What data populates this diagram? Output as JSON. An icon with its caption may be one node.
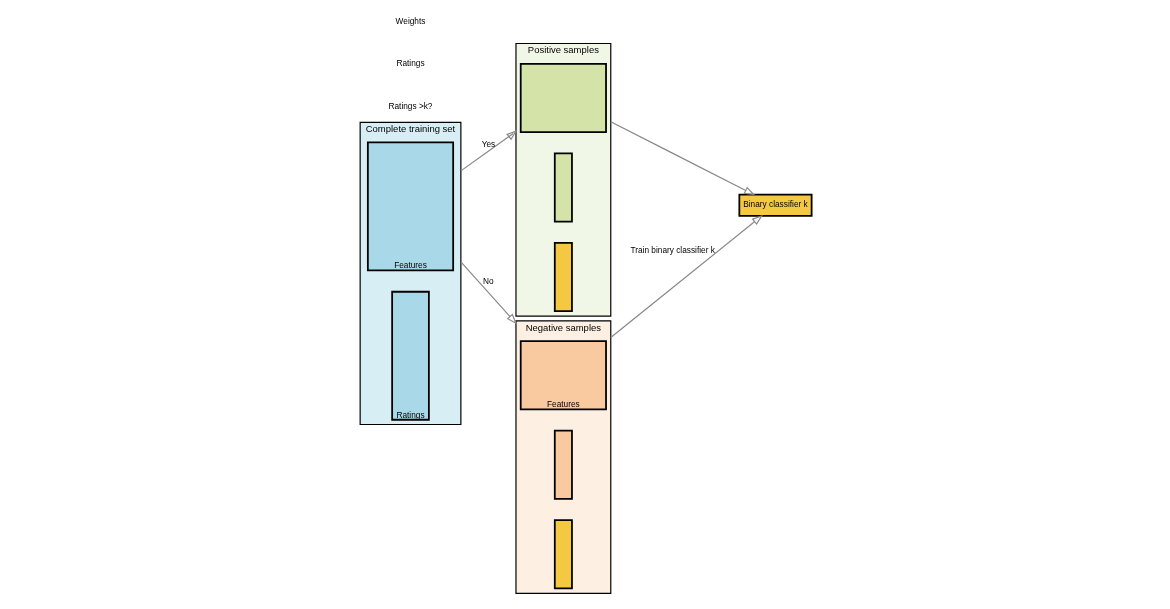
{
  "diagram": {
    "nodes": [
      {
        "text": [
          "Complete training set"
        ]
      },
      {
        "text": [
          "Features"
        ],
        "in": 0
      },
      {
        "text": [
          "Ratings"
        ],
        "in": 0
      },
      {
        "text": [
          "Positive samples"
        ]
      },
      {
        "text": [],
        "shape": "box",
        "in": 3
      },
      {
        "text": [],
        "shape": "box",
        "in": 3
      },
      {
        "text": [],
        "shape": "box",
        "in": 3
      },
      {
        "text": [
          "Negative samples"
        ]
      },
      {
        "text": [
          "Features"
        ],
        "in": 7
      },
      {
        "text": [],
        "shape": "box",
        "in": 7
      },
      {
        "text": [],
        "shape": "box",
        "in": 7
      },
      {
        "text": [
          "Binary classifier k"
        ]
      }
    ],
    "edges": [
      {
        "from": 0,
        "to": 3,
        "arrow": "to",
        "label": "Yes"
      },
      {
        "from": 0,
        "to": 7,
        "arrow": "to",
        "label": "No"
      },
      {
        "from": 3,
        "to": 11,
        "arrow": "to"
      },
      {
        "from": 7,
        "to": 11,
        "arrow": "to",
        "label": "Train binary classifier k"
      }
    ],
    "labels": [
      "Ratings >k?",
      "Ratings",
      "Weights"
    ]
  }
}
